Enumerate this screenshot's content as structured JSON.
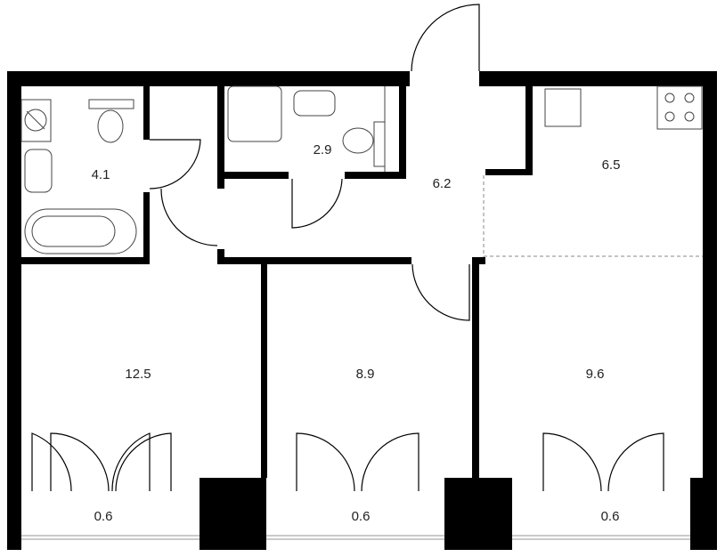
{
  "plan": {
    "rooms": {
      "bathroom_1": "4.1",
      "bathroom_2": "2.9",
      "hallway": "6.2",
      "kitchen": "6.5",
      "room_1": "12.5",
      "room_2": "8.9",
      "room_3": "9.6",
      "balcony_1": "0.6",
      "balcony_2": "0.6",
      "balcony_3": "0.6"
    },
    "colors": {
      "wall": "#000000",
      "background": "#ffffff"
    }
  }
}
